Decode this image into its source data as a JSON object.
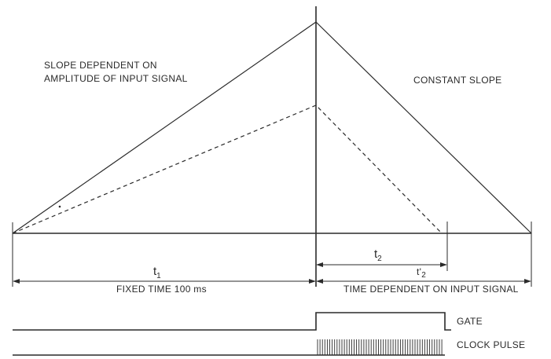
{
  "labels": {
    "slope_dependent_line1": "SLOPE DEPENDENT ON",
    "slope_dependent_line2": "AMPLITUDE OF INPUT SIGNAL",
    "constant_slope": "CONSTANT SLOPE",
    "t1_symbol": "t",
    "t1_subscript": "1",
    "t2_symbol": "t",
    "t2_subscript": "2",
    "t2_prime_symbol": "t'",
    "t2_prime_subscript": "2",
    "fixed_time": "FIXED TIME 100 ms",
    "time_dependent": "TIME DEPENDENT ON INPUT SIGNAL",
    "gate": "GATE",
    "clock_pulse": "CLOCK PULSE"
  },
  "colors": {
    "line": "#2a2a2a",
    "background": "#ffffff"
  }
}
